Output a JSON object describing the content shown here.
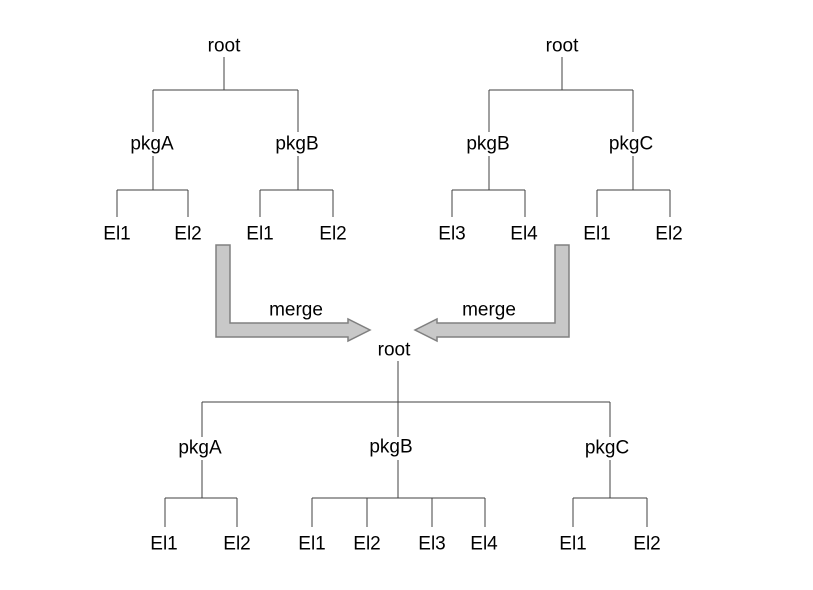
{
  "diagram": {
    "title_semantic": "xml-package-tree-merge-diagram",
    "colors": {
      "background": "#ffffff",
      "line": "#404040",
      "text": "#000000",
      "arrow_fill": "#c8c8c8",
      "arrow_stroke": "#808080"
    },
    "merge_left_label": "merge",
    "merge_right_label": "merge",
    "tree_top_left": {
      "root": "root",
      "packages": [
        {
          "name": "pkgA",
          "children": [
            "El1",
            "El2"
          ]
        },
        {
          "name": "pkgB",
          "children": [
            "El1",
            "El2"
          ]
        }
      ]
    },
    "tree_top_right": {
      "root": "root",
      "packages": [
        {
          "name": "pkgB",
          "children": [
            "El3",
            "El4"
          ]
        },
        {
          "name": "pkgC",
          "children": [
            "El1",
            "El2"
          ]
        }
      ]
    },
    "tree_merged": {
      "root": "root",
      "packages": [
        {
          "name": "pkgA",
          "children": [
            "El1",
            "El2"
          ]
        },
        {
          "name": "pkgB",
          "children": [
            "El1",
            "El2",
            "El3",
            "El4"
          ]
        },
        {
          "name": "pkgC",
          "children": [
            "El1",
            "El2"
          ]
        }
      ]
    }
  }
}
